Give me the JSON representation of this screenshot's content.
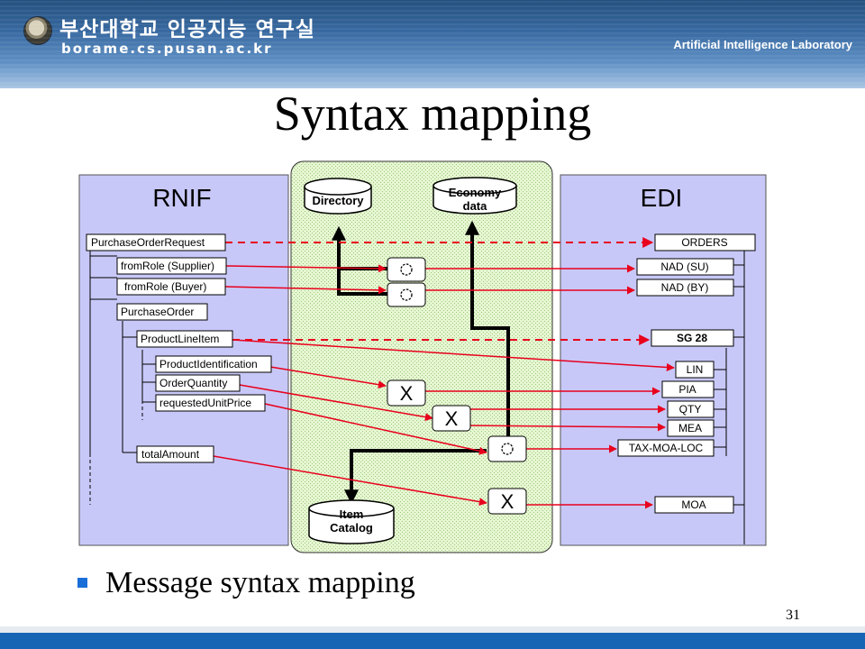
{
  "header": {
    "university_name": "부산대학교 인공지능 연구실",
    "url": "borame.cs.pusan.ac.kr",
    "lab_name": "Artificial Intelligence Laboratory"
  },
  "slide": {
    "title": "Syntax mapping",
    "bullet": "Message syntax mapping",
    "page_number": "31"
  },
  "diagram": {
    "rnif_title": "RNIF",
    "edi_title": "EDI",
    "databases": {
      "directory": [
        "Directory"
      ],
      "economy": [
        "Economy",
        "data"
      ],
      "catalog": [
        "Item",
        "Catalog"
      ]
    },
    "rnif_items": [
      "PurchaseOrderRequest",
      "fromRole (Supplier)",
      "fromRole (Buyer)",
      "PurchaseOrder",
      "ProductLineItem",
      "ProductIdentification",
      "OrderQuantity",
      "requestedUnitPrice",
      "totalAmount"
    ],
    "edi_items": [
      "ORDERS",
      "NAD (SU)",
      "NAD (BY)",
      "SG 28",
      "LIN",
      "PIA",
      "QTY",
      "MEA",
      "TAX-MOA-LOC",
      "MOA"
    ],
    "cross_label": "X",
    "colors": {
      "panel_fill": "#c8c8f8",
      "middle_fill": "#e6f6d2",
      "mapping_line": "#e8001c",
      "connector": "#000000"
    }
  }
}
